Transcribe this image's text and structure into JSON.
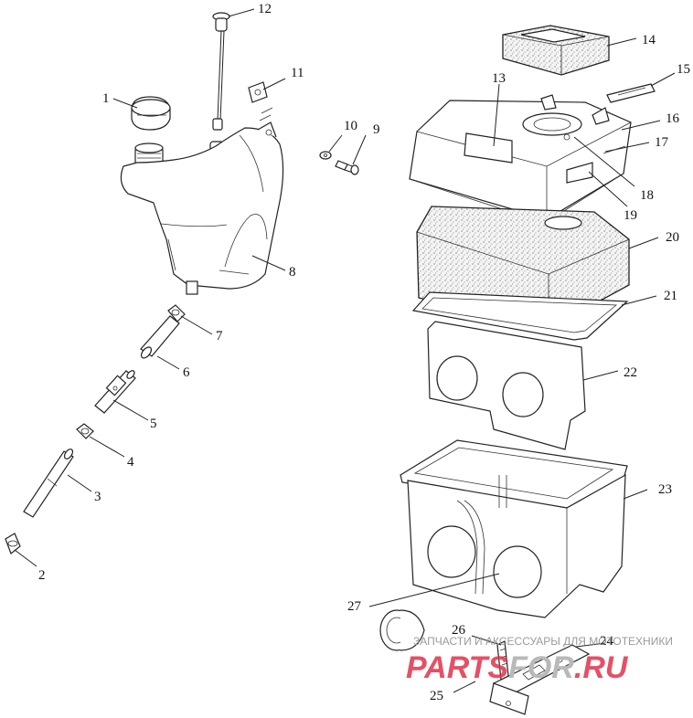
{
  "callouts": [
    "1",
    "2",
    "3",
    "4",
    "5",
    "6",
    "7",
    "8",
    "9",
    "10",
    "11",
    "12",
    "13",
    "14",
    "15",
    "16",
    "17",
    "18",
    "19",
    "20",
    "21",
    "22",
    "23",
    "24",
    "25",
    "26",
    "27"
  ],
  "watermark": {
    "tagline": "ЗАПЧАСТИ И АКСЕССУАРЫ ДЛЯ МОТОТЕХНИКИ",
    "brand_left": "PARTS",
    "brand_mid": "FOR",
    "brand_right": ".RU",
    "brand_color": "#e0314a",
    "brand_muted": "#b9b9b9"
  }
}
